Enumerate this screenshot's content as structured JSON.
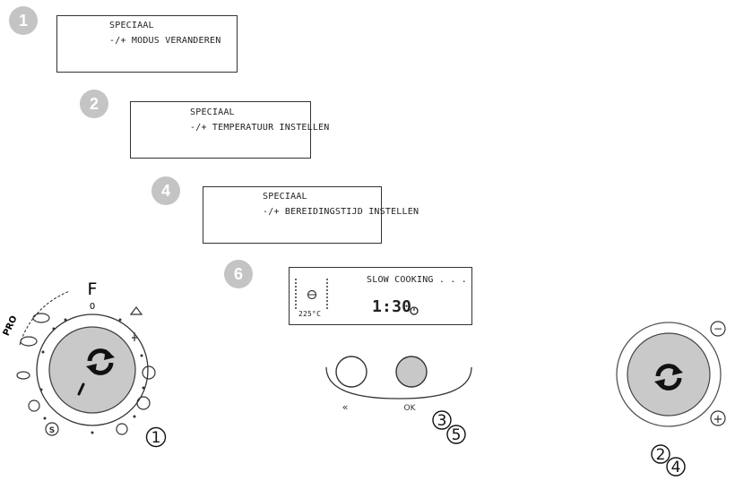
{
  "steps": [
    {
      "badge": "1",
      "line1": "SPECIAAL",
      "line2": "-/+ MODUS VERANDEREN"
    },
    {
      "badge": "2",
      "line1": "SPECIAAL",
      "line2": "-/+ TEMPERATUUR INSTELLEN"
    },
    {
      "badge": "4",
      "line1": "SPECIAAL",
      "line2": "-/+ BEREIDINGSTIJD INSTELLEN"
    },
    {
      "badge": "6"
    }
  ],
  "final_display": {
    "status": "SLOW COOKING . . .",
    "temp": "225°C",
    "time": "1:30"
  },
  "selector_dial": {
    "top_label": "F",
    "zero_label": "0",
    "pro_label": "PRO",
    "callout": "1"
  },
  "buttons": {
    "left_label": "«",
    "right_label": "OK",
    "callout_a": "3",
    "callout_b": "5"
  },
  "thermostat_dial": {
    "minus": "−",
    "plus": "+",
    "callout_a": "2",
    "callout_b": "4"
  },
  "colors": {
    "badge": "#c4c4c4",
    "dial_inner": "#c9c9c9",
    "button_ok": "#c8c8c8"
  }
}
